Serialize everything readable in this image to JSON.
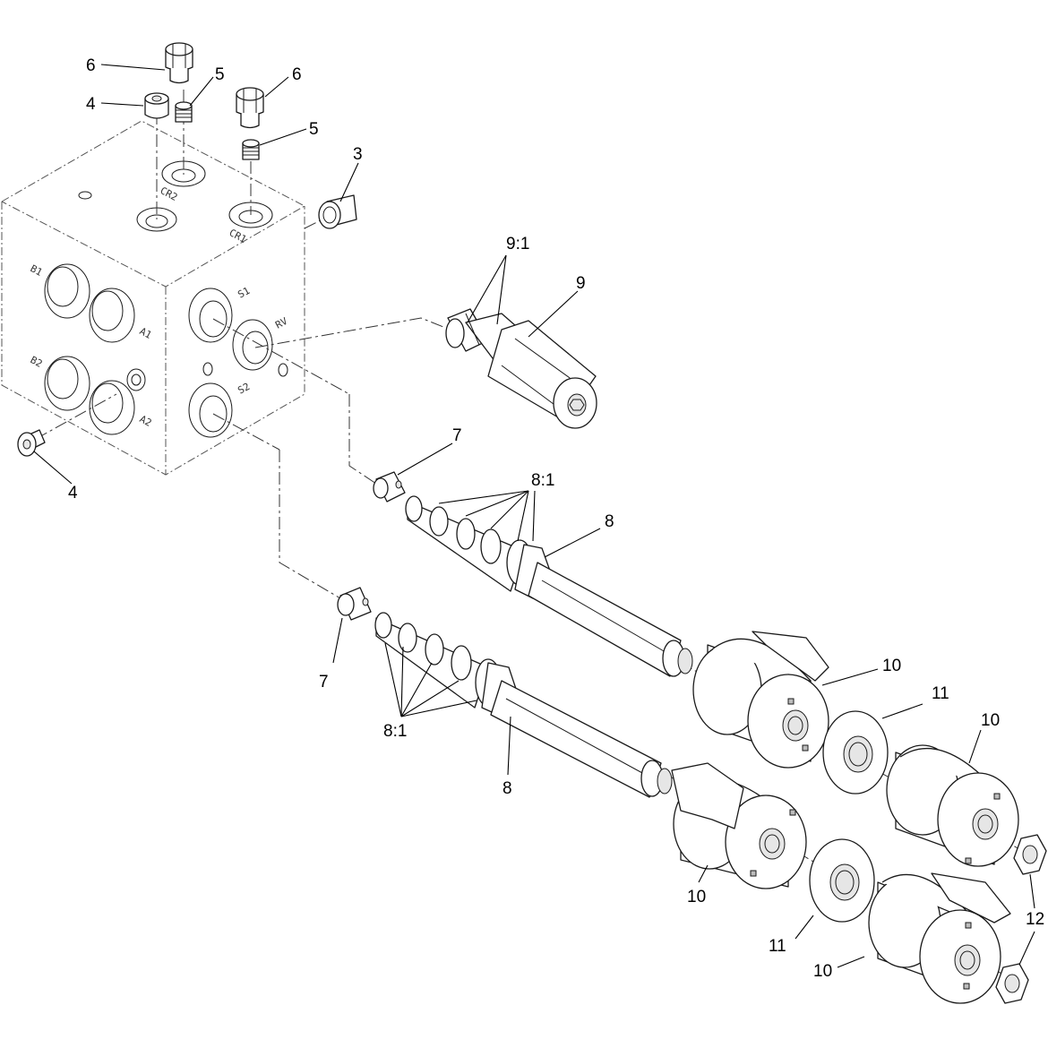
{
  "diagram": {
    "callouts": {
      "c3": "3",
      "c4a": "4",
      "c4b": "4",
      "c5a": "5",
      "c5b": "5",
      "c6a": "6",
      "c6b": "6",
      "c7a": "7",
      "c7b": "7",
      "c8a": "8",
      "c8b": "8",
      "c8_1a": "8:1",
      "c8_1b": "8:1",
      "c9": "9",
      "c9_1": "9:1",
      "c10a": "10",
      "c10b": "10",
      "c10c": "10",
      "c10d": "10",
      "c11a": "11",
      "c11b": "11",
      "c12": "12"
    },
    "ports": {
      "b1": "B1",
      "a1": "A1",
      "b2": "B2",
      "a2": "A2",
      "s1": "S1",
      "s2": "S2",
      "rv": "RV",
      "cr1": "CR1",
      "cr2": "CR2"
    }
  }
}
